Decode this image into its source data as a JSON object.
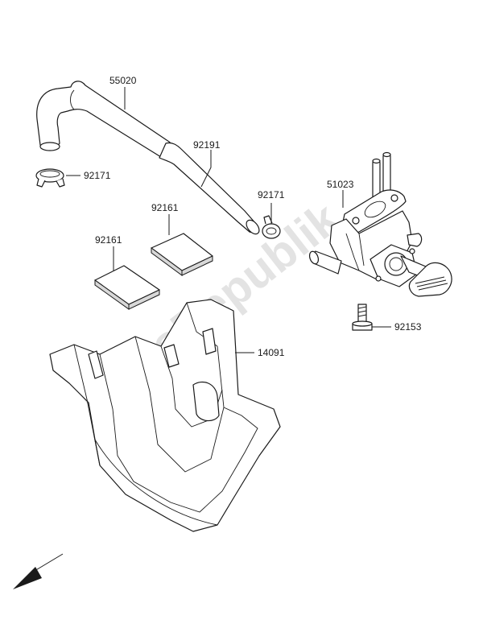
{
  "parts": [
    {
      "id": "hose",
      "number": "55020"
    },
    {
      "id": "tube",
      "number": "92191"
    },
    {
      "id": "clamp-left",
      "number": "92171"
    },
    {
      "id": "clamp-center",
      "number": "92171"
    },
    {
      "id": "fuel-cock",
      "number": "51023"
    },
    {
      "id": "pad-upper",
      "number": "92161"
    },
    {
      "id": "pad-lower",
      "number": "92161"
    },
    {
      "id": "bolt",
      "number": "92153"
    },
    {
      "id": "bracket",
      "number": "14091"
    }
  ],
  "watermark": "PartsRepublik"
}
